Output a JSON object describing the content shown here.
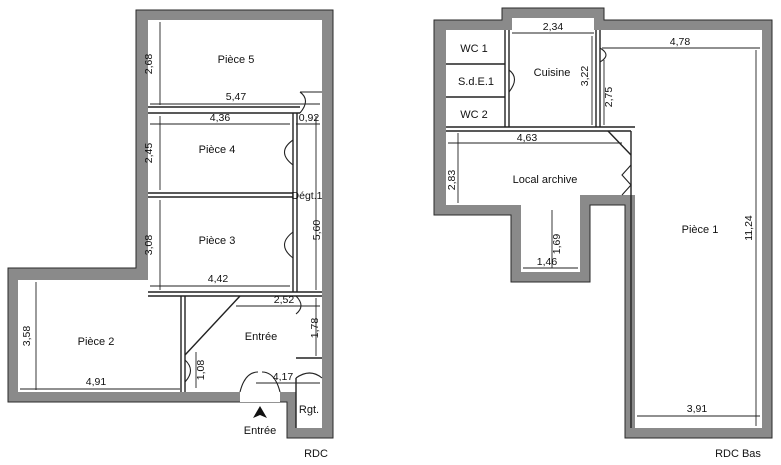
{
  "plans": [
    {
      "caption": "RDC",
      "entrance_label": "Entrée",
      "rooms": [
        {
          "name": "Pièce 5"
        },
        {
          "name": "Pièce 4"
        },
        {
          "name": "Pièce 3"
        },
        {
          "name": "Dégt.1"
        },
        {
          "name": "Pièce 2"
        },
        {
          "name": "Entrée"
        },
        {
          "name": "Rgt."
        }
      ],
      "dimensions": [
        "2,68",
        "5,47",
        "4,36",
        "0,92",
        "2,45",
        "5,60",
        "3,08",
        "4,42",
        "2,52",
        "1,78",
        "3,58",
        "4,91",
        "1,08",
        "4,17"
      ]
    },
    {
      "caption": "RDC Bas",
      "rooms": [
        {
          "name": "WC 1"
        },
        {
          "name": "S.d.E.1"
        },
        {
          "name": "WC 2"
        },
        {
          "name": "Cuisine"
        },
        {
          "name": "Local archive"
        },
        {
          "name": "Pièce 1"
        }
      ],
      "dimensions": [
        "2,34",
        "4,78",
        "3,22",
        "2,75",
        "4,63",
        "2,83",
        "1,69",
        "1,46",
        "11,24",
        "3,91"
      ]
    }
  ]
}
